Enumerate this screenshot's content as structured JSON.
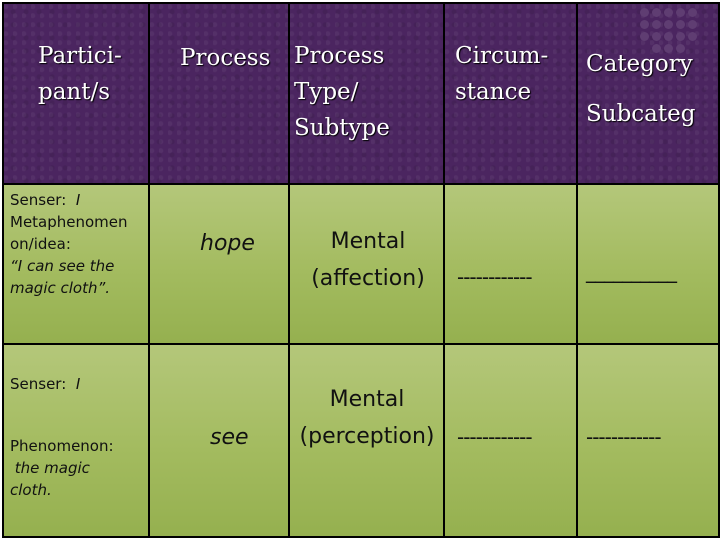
{
  "header": {
    "participant": "Partici-\npant/s",
    "process": "Process",
    "process_type": "Process\nType/\nSubtype",
    "circumstance": "Circum-\nstance",
    "category": "Category",
    "subcategory": "Subcateg"
  },
  "rows": [
    {
      "participant_senser_label": "Senser:",
      "participant_senser_value": "I",
      "participant_meta_label": "Metaphenomen\non/idea:",
      "participant_meta_value": "“I can see the\nmagic cloth”.",
      "process": "hope",
      "process_type": "Mental\n(affection)",
      "circumstance": "------------",
      "category": "__________"
    },
    {
      "participant_senser_label": "Senser:",
      "participant_senser_value": "I",
      "participant_phen_label": "Phenomenon:",
      "participant_phen_value": " the magic\ncloth.",
      "process": "see",
      "process_type": "Mental\n(perception)",
      "circumstance": "------------",
      "category": "------------"
    }
  ],
  "colors": {
    "header_bg": "#4b2560",
    "row_bg": "#a3bb5f",
    "border": "#000000"
  }
}
